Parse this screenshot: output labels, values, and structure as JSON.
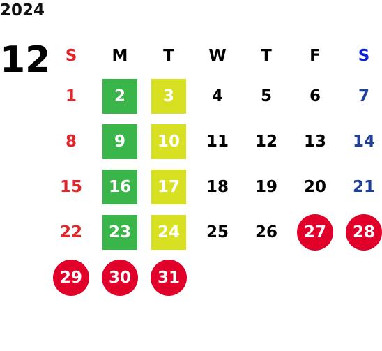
{
  "calendar": {
    "year": "2024",
    "month": "12",
    "weekdays": [
      "S",
      "M",
      "T",
      "W",
      "T",
      "F",
      "S"
    ],
    "weeks": [
      [
        "1",
        "2",
        "3",
        "4",
        "5",
        "6",
        "7"
      ],
      [
        "8",
        "9",
        "10",
        "11",
        "12",
        "13",
        "14"
      ],
      [
        "15",
        "16",
        "17",
        "18",
        "19",
        "20",
        "21"
      ],
      [
        "22",
        "23",
        "24",
        "25",
        "26",
        "27",
        "28"
      ],
      [
        "29",
        "30",
        "31",
        "",
        "",
        "",
        ""
      ]
    ],
    "colors": {
      "sunday": "#e0262b",
      "saturday": "#1f3f99",
      "green_highlight": "#3ab54a",
      "yellow_highlight": "#d7e021",
      "holiday_circle": "#e0002a"
    }
  }
}
